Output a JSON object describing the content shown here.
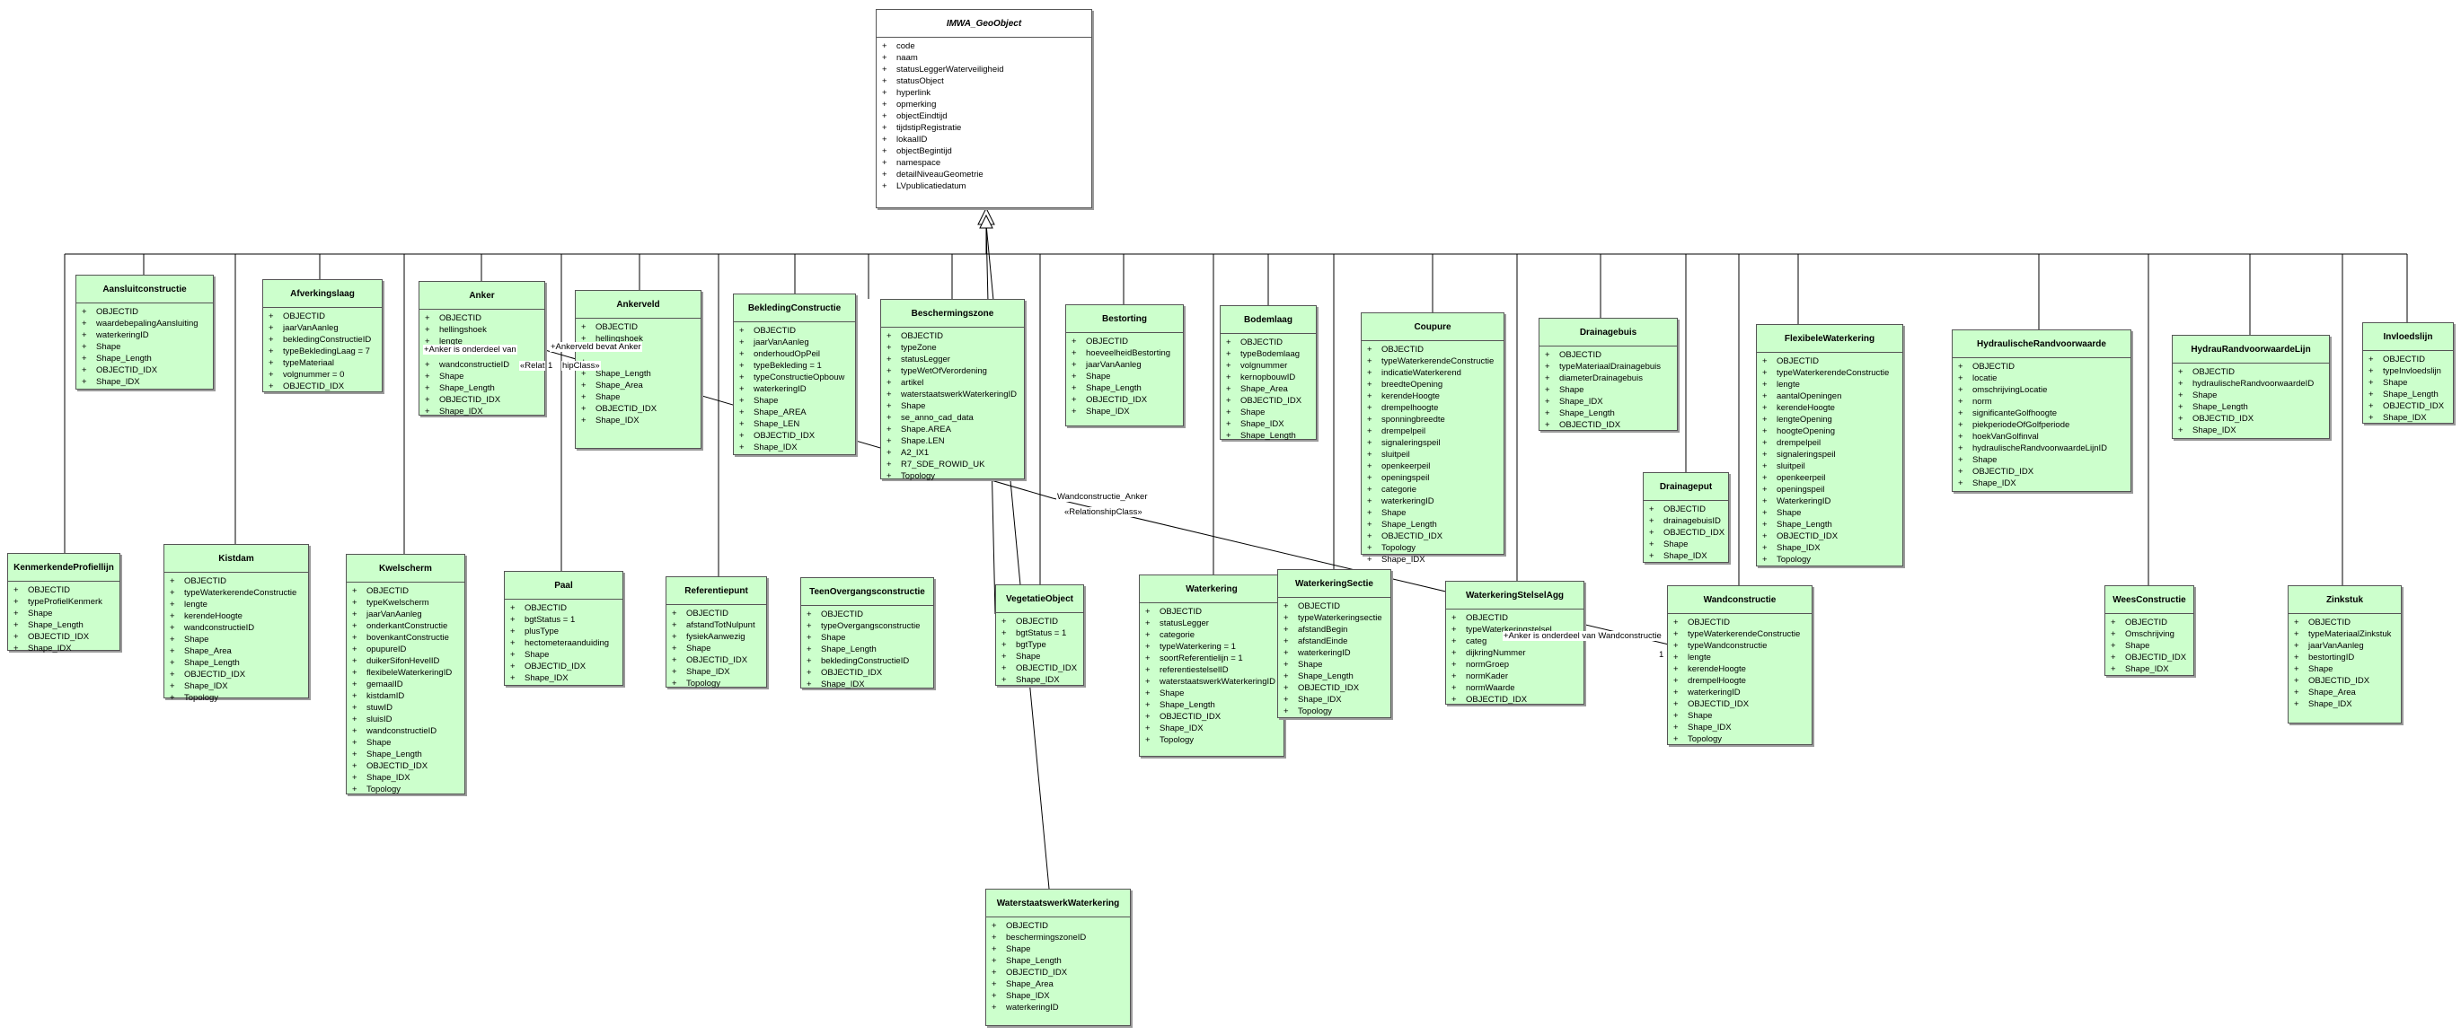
{
  "classes": {
    "geoobject": {
      "name": "IMWA_GeoObject",
      "attrs": [
        "code",
        "naam",
        "statusLeggerWaterveiligheid",
        "statusObject",
        "hyperlink",
        "opmerking",
        "objectEindtijd",
        "tijdstipRegistratie",
        "lokaalID",
        "objectBegintijd",
        "namespace",
        "detailNiveauGeometrie",
        "LVpublicatiedatum"
      ]
    },
    "aansluitconstructie": {
      "name": "Aansluitconstructie",
      "attrs": [
        "OBJECTID",
        "waardebepalingAansluiting",
        "waterkeringID",
        "Shape",
        "Shape_Length",
        "OBJECTID_IDX",
        "Shape_IDX"
      ]
    },
    "afverkingslaag": {
      "name": "Afverkingslaag",
      "attrs": [
        "OBJECTID",
        "jaarVanAanleg",
        "bekledingConstructieID",
        "typeBekledingLaag = 7",
        "typeMateriaal",
        "volgnummer = 0",
        "OBJECTID_IDX"
      ]
    },
    "anker": {
      "name": "Anker",
      "attrs": [
        "OBJECTID",
        "hellingshoek",
        "lengte",
        "",
        "wandconstructieID",
        "Shape",
        "Shape_Length",
        "OBJECTID_IDX",
        "Shape_IDX"
      ]
    },
    "ankerveld": {
      "name": "Ankerveld",
      "attrs": [
        "OBJECTID",
        "hellingshoek",
        "",
        "",
        "Shape_Length",
        "Shape_Area",
        "Shape",
        "OBJECTID_IDX",
        "Shape_IDX"
      ]
    },
    "bekledingconstructie": {
      "name": "BekledingConstructie",
      "attrs": [
        "OBJECTID",
        "jaarVanAanleg",
        "onderhoudOpPeil",
        "typeBekleding = 1",
        "typeConstructieOpbouw",
        "waterkeringID",
        "Shape",
        "Shape_AREA",
        "Shape_LEN",
        "OBJECTID_IDX",
        "Shape_IDX"
      ]
    },
    "beschermingszone": {
      "name": "Beschermingszone",
      "attrs": [
        "OBJECTID",
        "typeZone",
        "statusLegger",
        "typeWetOfVerordening",
        "artikel",
        "waterstaatswerkWaterkeringID",
        "Shape",
        "se_anno_cad_data",
        "Shape.AREA",
        "Shape.LEN",
        "A2_IX1",
        "R7_SDE_ROWID_UK",
        "Topology"
      ]
    },
    "bestorting": {
      "name": "Bestorting",
      "attrs": [
        "OBJECTID",
        "hoeveelheidBestorting",
        "jaarVanAanleg",
        "Shape",
        "Shape_Length",
        "OBJECTID_IDX",
        "Shape_IDX"
      ]
    },
    "bodemlaag": {
      "name": "Bodemlaag",
      "attrs": [
        "OBJECTID",
        "typeBodemlaag",
        "volgnummer",
        "kernopbouwID",
        "Shape_Area",
        "OBJECTID_IDX",
        "Shape",
        "Shape_IDX",
        "Shape_Length"
      ]
    },
    "coupure": {
      "name": "Coupure",
      "attrs": [
        "OBJECTID",
        "typeWaterkerendeConstructie",
        "indicatieWaterkerend",
        "breedteOpening",
        "kerendeHoogte",
        "drempelhoogte",
        "sponningbreedte",
        "drempelpeil",
        "signaleringspeil",
        "sluitpeil",
        "openkeerpeil",
        "openingspeil",
        "categorie",
        "waterkeringID",
        "Shape",
        "Shape_Length",
        "OBJECTID_IDX",
        "Topology",
        "Shape_IDX"
      ]
    },
    "drainagebuis": {
      "name": "Drainagebuis",
      "attrs": [
        "OBJECTID",
        "typeMateriaalDrainagebuis",
        "diameterDrainagebuis",
        "Shape",
        "Shape_IDX",
        "Shape_Length",
        "OBJECTID_IDX"
      ]
    },
    "flexibelewaterkering": {
      "name": "FlexibeleWaterkering",
      "attrs": [
        "OBJECTID",
        "typeWaterkerendeConstructie",
        "lengte",
        "aantalOpeningen",
        "kerendeHoogte",
        "lengteOpening",
        "hoogteOpening",
        "drempelpeil",
        "signaleringspeil",
        "sluitpeil",
        "openkeerpeil",
        "openingspeil",
        "WaterkeringID",
        "Shape",
        "Shape_Length",
        "OBJECTID_IDX",
        "Shape_IDX",
        "Topology"
      ]
    },
    "hydraulischerandvoorwaarde": {
      "name": "HydraulischeRandvoorwaarde",
      "attrs": [
        "OBJECTID",
        "locatie",
        "omschrijvingLocatie",
        "norm",
        "significanteGolfhoogte",
        "piekperiodeOfGolfperiode",
        "hoekVanGolfinval",
        "hydraulischeRandvoorwaardeLijnID",
        "Shape",
        "OBJECTID_IDX",
        "Shape_IDX"
      ]
    },
    "hydraurandvoorwaardelijn": {
      "name": "HydrauRandvoorwaardeLijn",
      "attrs": [
        "OBJECTID",
        "hydraulischeRandvoorwaardeID",
        "Shape",
        "Shape_Length",
        "OBJECTID_IDX",
        "Shape_IDX"
      ]
    },
    "invloedslijn": {
      "name": "Invloedslijn",
      "attrs": [
        "OBJECTID",
        "typeInvloedslijn",
        "Shape",
        "Shape_Length",
        "OBJECTID_IDX",
        "Shape_IDX"
      ]
    },
    "kenmerkendeprofiellijn": {
      "name": "KenmerkendeProfiellijn",
      "attrs": [
        "OBJECTID",
        "typeProfielKenmerk",
        "Shape",
        "Shape_Length",
        "OBJECTID_IDX",
        "Shape_IDX"
      ]
    },
    "kistdam": {
      "name": "Kistdam",
      "attrs": [
        "OBJECTID",
        "typeWaterkerendeConstructie",
        "lengte",
        "kerendeHoogte",
        "wandconstructieID",
        "Shape",
        "Shape_Area",
        "Shape_Length",
        "OBJECTID_IDX",
        "Shape_IDX",
        "Topology"
      ]
    },
    "kwelscherm": {
      "name": "Kwelscherm",
      "attrs": [
        "OBJECTID",
        "typeKwelscherm",
        "jaarVanAanleg",
        "onderkantConstructie",
        "bovenkantConstructie",
        "opupureID",
        "duikerSifonHevelID",
        "flexibeleWaterkeringID",
        "gemaalID",
        "kistdamID",
        "stuwID",
        "sluisID",
        "wandconstructieID",
        "Shape",
        "Shape_Length",
        "OBJECTID_IDX",
        "Shape_IDX",
        "Topology"
      ]
    },
    "paal": {
      "name": "Paal",
      "attrs": [
        "OBJECTID",
        "bgtStatus = 1",
        "plusType",
        "hectometeraanduiding",
        "Shape",
        "OBJECTID_IDX",
        "Shape_IDX"
      ]
    },
    "referentiepunt": {
      "name": "Referentiepunt",
      "attrs": [
        "OBJECTID",
        "afstandTotNulpunt",
        "fysiekAanwezig",
        "Shape",
        "OBJECTID_IDX",
        "Shape_IDX",
        "Topology"
      ]
    },
    "teenovergangsconstructie": {
      "name": "TeenOvergangsconstructie",
      "attrs": [
        "OBJECTID",
        "typeOvergangsconstructie",
        "Shape",
        "Shape_Length",
        "bekledingConstructieID",
        "OBJECTID_IDX",
        "Shape_IDX"
      ]
    },
    "vegetatieobject": {
      "name": "VegetatieObject",
      "attrs": [
        "OBJECTID",
        "bgtStatus = 1",
        "bgtType",
        "Shape",
        "OBJECTID_IDX",
        "Shape_IDX"
      ]
    },
    "waterkering": {
      "name": "Waterkering",
      "attrs": [
        "OBJECTID",
        "statusLegger",
        "categorie",
        "typeWaterkering = 1",
        "soortReferentielijn = 1",
        "referentiestelselID",
        "waterstaatswerkWaterkeringID",
        "Shape",
        "Shape_Length",
        "OBJECTID_IDX",
        "Shape_IDX",
        "Topology"
      ]
    },
    "waterkeringsectie": {
      "name": "WaterkeringSectie",
      "attrs": [
        "OBJECTID",
        "typeWaterkeringsectie",
        "afstandBegin",
        "afstandEinde",
        "waterkeringID",
        "Shape",
        "Shape_Length",
        "OBJECTID_IDX",
        "Shape_IDX",
        "Topology"
      ]
    },
    "waterkeringstelselagg": {
      "name": "WaterkeringStelselAgg",
      "attrs": [
        "OBJECTID",
        "typeWaterkeringstelsel",
        "categ",
        "dijkringNummer",
        "normGroep",
        "normKader",
        "normWaarde",
        "OBJECTID_IDX"
      ]
    },
    "drainageput": {
      "name": "Drainageput",
      "attrs": [
        "OBJECTID",
        "drainagebuisID",
        "OBJECTID_IDX",
        "Shape",
        "Shape_IDX"
      ]
    },
    "wandconstructie": {
      "name": "Wandconstructie",
      "attrs": [
        "OBJECTID",
        "typeWaterkerendeConstructie",
        "typeWandconstructie",
        "lengte",
        "kerendeHoogte",
        "drempelHoogte",
        "waterkeringID",
        "OBJECTID_IDX",
        "Shape",
        "Shape_IDX",
        "Topology"
      ]
    },
    "weesconstructie": {
      "name": "WeesConstructie",
      "attrs": [
        "OBJECTID",
        "Omschrijving",
        "Shape",
        "OBJECTID_IDX",
        "Shape_IDX"
      ]
    },
    "zinkstuk": {
      "name": "Zinkstuk",
      "attrs": [
        "OBJECTID",
        "typeMateriaalZinkstuk",
        "jaarVanAanleg",
        "bestortingID",
        "Shape",
        "OBJECTID_IDX",
        "Shape_Area",
        "Shape_IDX"
      ]
    },
    "waterstaatswerkwaterkering": {
      "name": "WaterstaatswerkWaterkering",
      "attrs": [
        "OBJECTID",
        "beschermingszoneID",
        "Shape",
        "Shape_Length",
        "OBJECTID_IDX",
        "Shape_Area",
        "Shape_IDX",
        "waterkeringID"
      ]
    }
  },
  "labels": {
    "anker_onderdeel": "+Anker is onderdeel van",
    "ankerveld_bevat": "+Ankerveld bevat Anker",
    "relat_short": "«Relat",
    "one_a": "1",
    "class_short": "hipClass»",
    "wand_anker": "Wandconstructie_Anker",
    "relclass": "«RelationshipClass»",
    "anker_wand": "+Anker is onderdeel van Wandconstructie",
    "one_b": "1",
    "attr_marker": "+"
  }
}
